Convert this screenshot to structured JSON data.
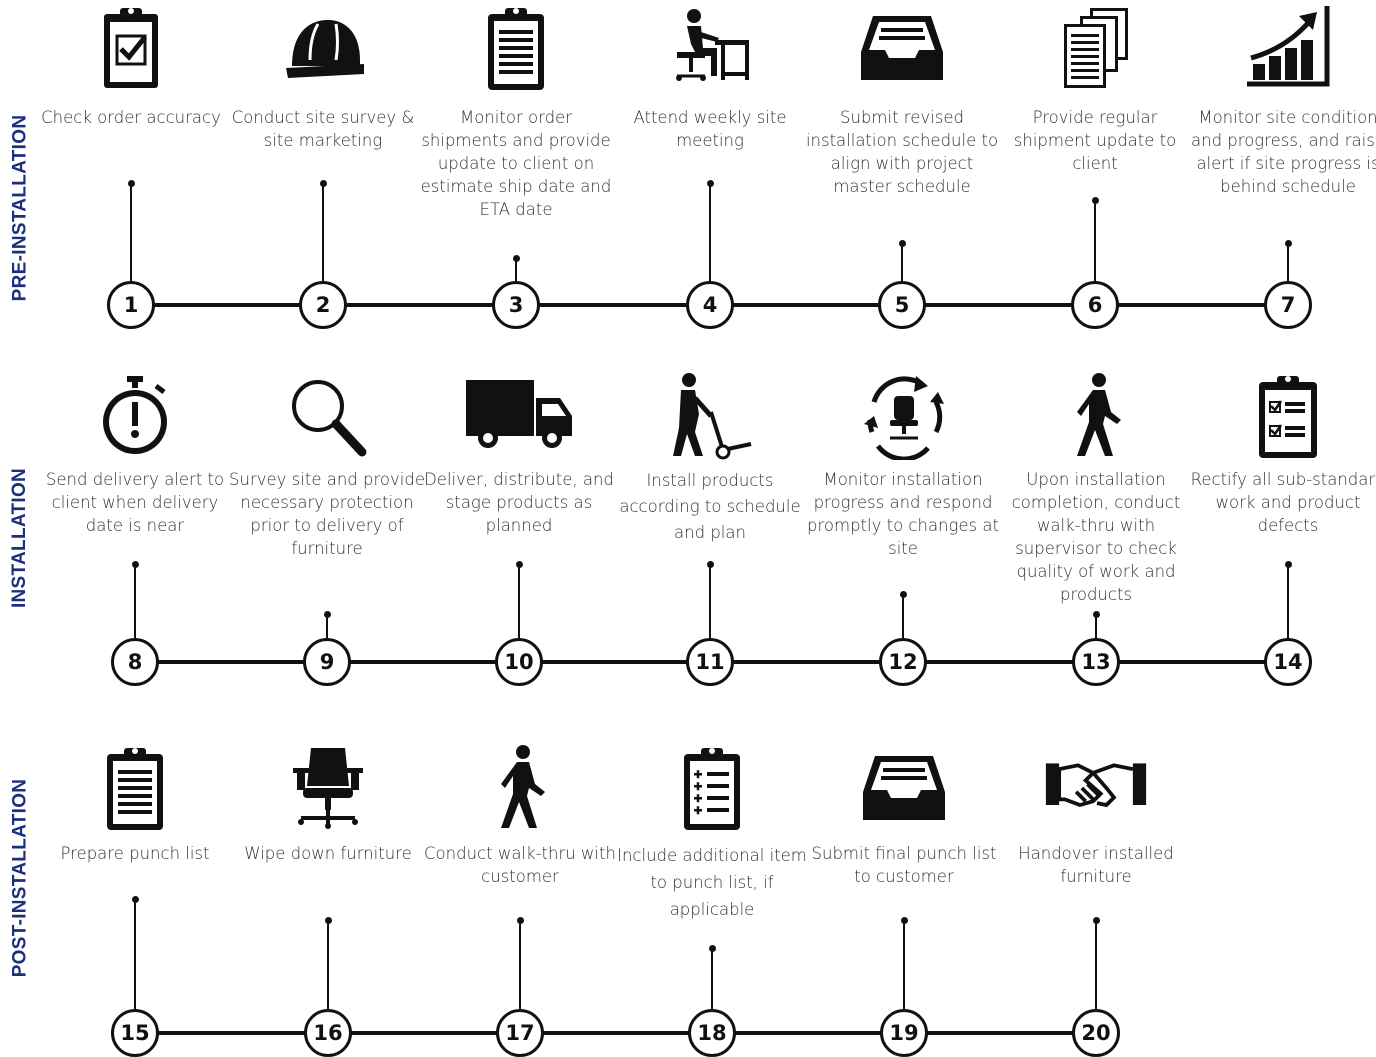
{
  "phases": [
    {
      "label": "PRE-INSTALLATION"
    },
    {
      "label": "INSTALLATION"
    },
    {
      "label": "POST-INSTALLATION"
    }
  ],
  "steps": [
    {
      "num": "1",
      "text": "Check order accuracy",
      "icon": "clipboard-check-icon"
    },
    {
      "num": "2",
      "text": "Conduct site survey & site marketing",
      "icon": "hard-hat-icon"
    },
    {
      "num": "3",
      "text": "Monitor order shipments and provide update to client on estimate ship date and ETA date",
      "icon": "clipboard-list-icon"
    },
    {
      "num": "4",
      "text": "Attend weekly site meeting",
      "icon": "person-at-desk-icon"
    },
    {
      "num": "5",
      "text": "Submit revised installation schedule to align with project master schedule",
      "icon": "inbox-tray-icon"
    },
    {
      "num": "6",
      "text": "Provide regular shipment update to client",
      "icon": "documents-stack-icon"
    },
    {
      "num": "7",
      "text": "Monitor site condition and progress, and raise alert if site progress is behind schedule",
      "icon": "growth-chart-icon"
    },
    {
      "num": "8",
      "text": "Send delivery alert to client when delivery date is near",
      "icon": "stopwatch-alert-icon"
    },
    {
      "num": "9",
      "text": "Survey site and provide necessary protection prior to delivery of furniture",
      "icon": "magnifier-icon"
    },
    {
      "num": "10",
      "text": "Deliver, distribute, and stage products as planned",
      "icon": "delivery-truck-icon"
    },
    {
      "num": "11",
      "text": "Install products according to schedule and plan",
      "icon": "hand-truck-worker-icon"
    },
    {
      "num": "12",
      "text": "Monitor installation progress and respond promptly to changes at site",
      "icon": "chair-cycle-icon"
    },
    {
      "num": "13",
      "text": "Upon installation completion, conduct walk-thru with supervisor to check quality of work and products",
      "icon": "walking-person-icon"
    },
    {
      "num": "14",
      "text": "Rectify all sub-standard work and product defects",
      "icon": "clipboard-checklist-icon"
    },
    {
      "num": "15",
      "text": "Prepare punch list",
      "icon": "clipboard-list-icon"
    },
    {
      "num": "16",
      "text": "Wipe down furniture",
      "icon": "office-chair-icon"
    },
    {
      "num": "17",
      "text": "Conduct walk-thru with customer",
      "icon": "walking-person-icon"
    },
    {
      "num": "18",
      "text": "Include additional item to punch list, if applicable",
      "icon": "clipboard-plus-list-icon"
    },
    {
      "num": "19",
      "text": "Submit final punch list to customer",
      "icon": "inbox-tray-icon"
    },
    {
      "num": "20",
      "text": "Handover installed furniture",
      "icon": "handshake-icon"
    }
  ]
}
